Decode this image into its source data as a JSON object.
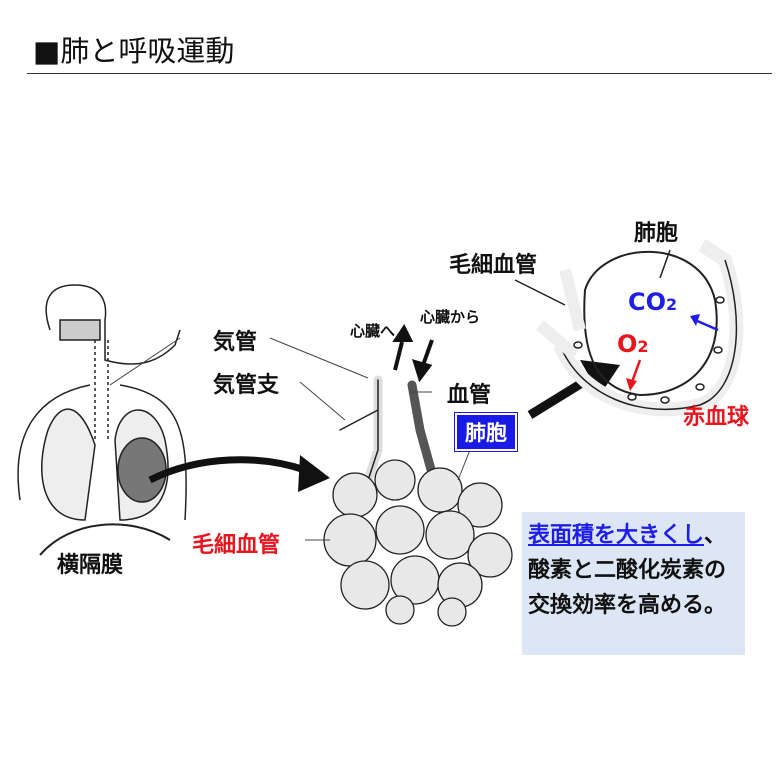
{
  "title": "■肺と呼吸運動",
  "labels": {
    "trachea": "気管",
    "bronchus": "気管支",
    "diaphragm": "横隔膜",
    "capillary_red": "毛細血管",
    "to_heart": "心臓へ",
    "from_heart": "心臓から",
    "blood_vessel": "血管",
    "alveolus_tag": "肺胞",
    "alveolus_detail": "肺胞",
    "capillary_detail": "毛細血管",
    "co2": "CO",
    "co2_sub": "2",
    "o2": "O",
    "o2_sub": "2",
    "red_blood_cell": "赤血球"
  },
  "note": {
    "highlight": "表面積を大きくし",
    "rest": "、酸素と二酸化炭素の交換効率を高める。"
  },
  "colors": {
    "red": "#e8141e",
    "blue": "#1e1ee6",
    "note_bg": "#dce6f4"
  }
}
